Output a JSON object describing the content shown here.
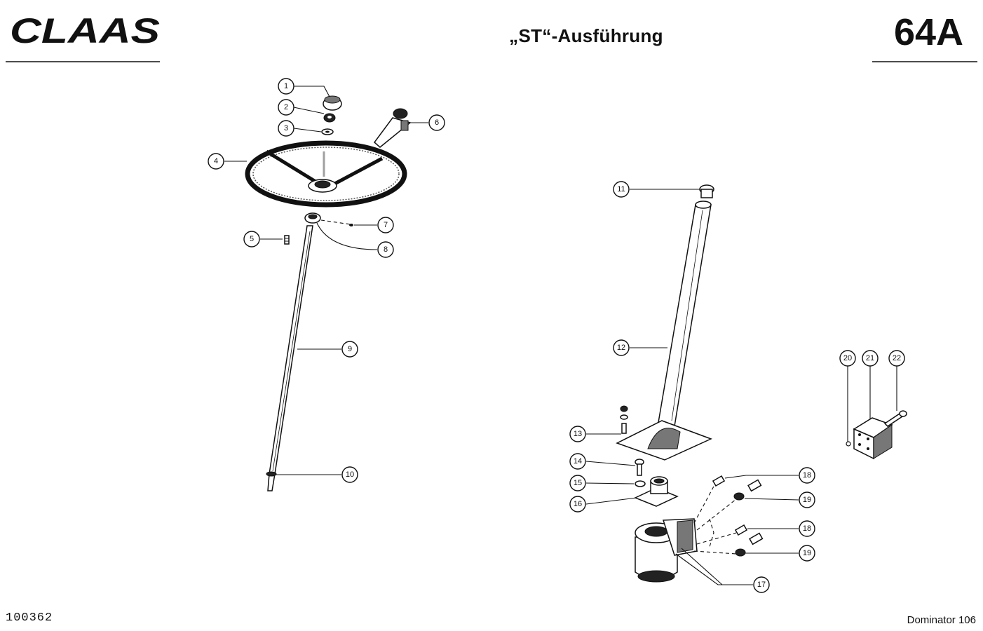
{
  "header": {
    "brand": "CLAAS",
    "title": "„ST“-Ausführung",
    "page_number": "64A"
  },
  "footer": {
    "document_number": "100362",
    "model": "Dominator 106"
  },
  "callouts": [
    "1",
    "2",
    "3",
    "4",
    "5",
    "6",
    "7",
    "8",
    "9",
    "10",
    "11",
    "12",
    "13",
    "14",
    "15",
    "16",
    "17",
    "18",
    "19",
    "18",
    "19",
    "20",
    "21",
    "22"
  ]
}
